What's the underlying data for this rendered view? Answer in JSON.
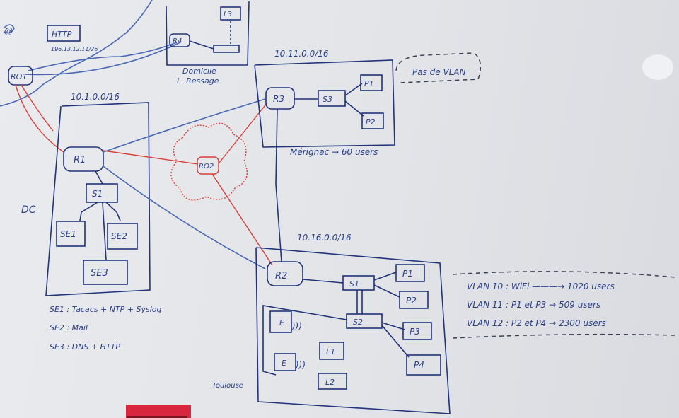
{
  "topology": {
    "internet": {
      "http_box": "HTTP",
      "public_ip": "196.13.12.11/26",
      "edge_router": "RO1",
      "corner_fragment": "@"
    },
    "home": {
      "router": "R4",
      "laptop": "L3",
      "caption_line1": "Domicile",
      "caption_line2": "L. Ressage"
    },
    "datacenter": {
      "network": "10.1.0.0/16",
      "site": "DC",
      "router": "R1",
      "switch": "S1",
      "servers": [
        "SE1",
        "SE2",
        "SE3"
      ],
      "roles": [
        "SE1 : Tacacs + NTP + Syslog",
        "SE2 : Mail",
        "SE3 : DNS + HTTP"
      ]
    },
    "cloud_router": "RO2",
    "merignac": {
      "network": "10.11.0.0/16",
      "router": "R3",
      "switch": "S3",
      "pcs": [
        "P1",
        "P2"
      ],
      "caption": "Mérignac → 60 users",
      "note": "Pas de VLAN"
    },
    "toulouse": {
      "network": "10.16.0.0/16",
      "site": "Toulouse",
      "router": "R2",
      "switches": [
        "S1",
        "S2"
      ],
      "pcs": [
        "P1",
        "P2",
        "P3",
        "P4"
      ],
      "laptops": [
        "L1",
        "L2"
      ],
      "wifi_glyph": ")))",
      "vlans": [
        "VLAN 10 : WiFi ———→ 1020 users",
        "VLAN 11 : P1 et P3 → 509 users",
        "VLAN 12 : P2 et P4 → 2300 users"
      ]
    }
  },
  "colors": {
    "marker_blue": "#2a3f86",
    "marker_red": "#d8403a",
    "marker_black": "#3a3f52",
    "board": "#e4e6ea"
  }
}
